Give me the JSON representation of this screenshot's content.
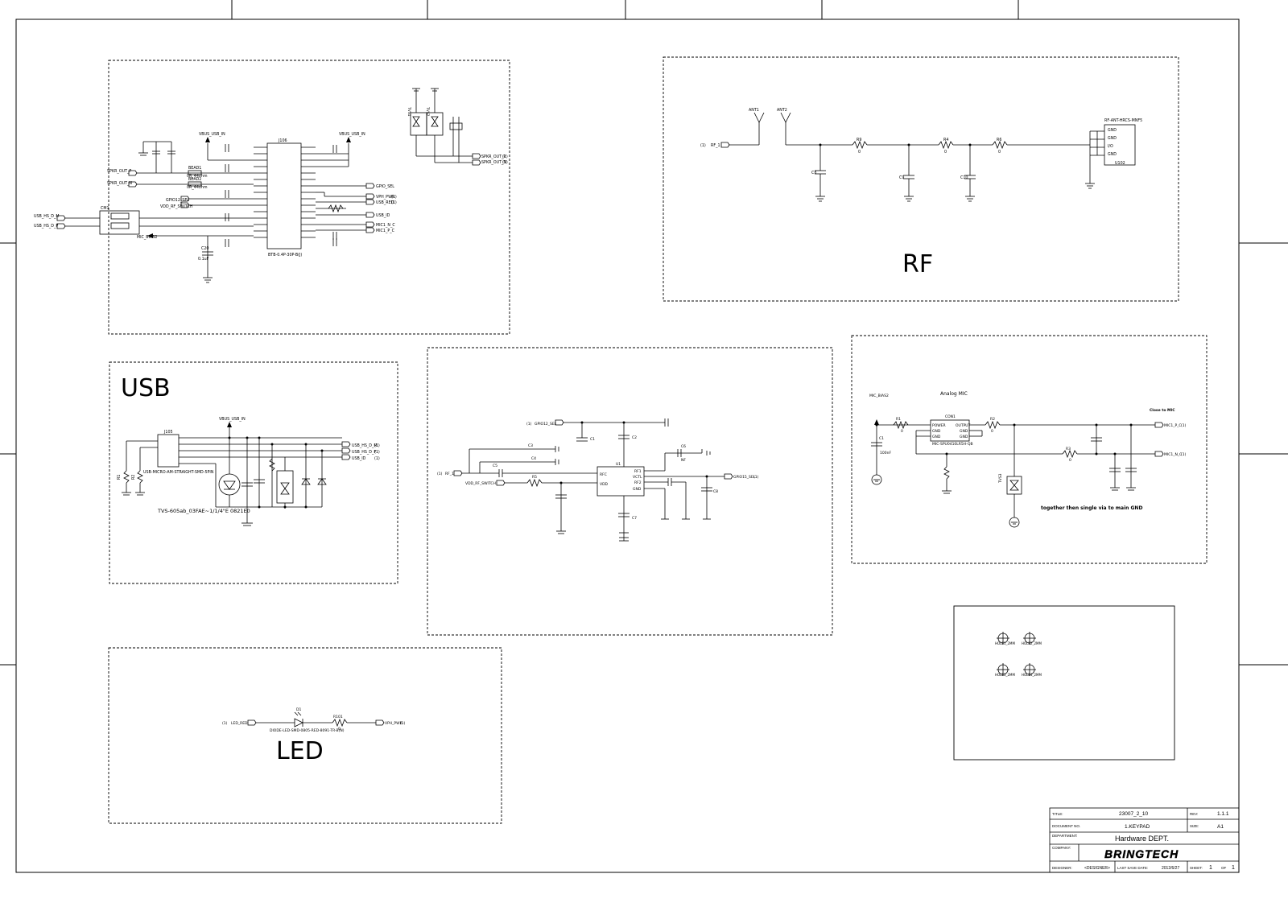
{
  "sections": {
    "usb_title": "USB",
    "rf_title": "RF",
    "led_title": "LED"
  },
  "connector_block": {
    "ref": "J106",
    "part": "BTB-0.4P-30P-B(J)",
    "nets_left": [
      "VBUS_USB_IN",
      "SPKR_OUT_P",
      "SPKR_OUT_N",
      "GPIO12_SEL",
      "VDD_RF_SWITCH",
      "USB_HS_D_M",
      "USB_HS_D_P",
      "MIC_BIAS2"
    ],
    "nets_right": [
      "VBUS_USB_IN",
      "GPIO_SEL",
      "VPH_PWR",
      "USB_RED",
      "USB_ID",
      "MIC1_N_C",
      "MIC1_P_C"
    ],
    "beads": [
      "BEAD1",
      "BEAD2"
    ],
    "bead_value": "0R_44ohm",
    "cap_label": "C20",
    "cap_value": "0.1uF",
    "tvs": [
      "TVS1",
      "TVS2"
    ],
    "spkr_out_p": "SPKR_OUT_P",
    "spkr_out_n": "SPKR_OUT_N",
    "sheet_ref": "(1)",
    "filter": "CM1"
  },
  "rf": {
    "ant1": "ANT1",
    "ant2": "ANT2",
    "rf_in": "RF_1",
    "sheet_ref": "(1)",
    "resistors": [
      {
        "ref": "R9",
        "value": "0"
      },
      {
        "ref": "R4",
        "value": "0"
      },
      {
        "ref": "R6",
        "value": "0"
      }
    ],
    "caps": [
      "C8",
      "C9",
      "C10"
    ],
    "connector_ref": "RF-ANT-HRCS-MNF5",
    "connector_pins": [
      "GND",
      "GND",
      "I/O",
      "GND"
    ],
    "connector_part": "U102"
  },
  "usb": {
    "ref": "J105",
    "part": "USB-MICRO-AM-STRAIGHT-SMD-5PIN",
    "vbus": "VBUS_USB_IN",
    "nets": [
      "USB_HS_D_M",
      "USB_HS_D_P",
      "USB_ID"
    ],
    "sheet_refs": [
      "(1)",
      "(1)",
      "(1)"
    ],
    "resistors": [
      "R1",
      "R2"
    ],
    "tvs_note": "TVS-605ab_03FAE~1/1/4\"E 0821E0"
  },
  "rf_switch": {
    "ref": "U1",
    "nets_left": [
      "GPIO12_SEL",
      "RF_1",
      "VDD_RF_SWITCH"
    ],
    "net_right": "GPIO15_SEL",
    "sheet_ref": "(1)",
    "pins_left": [
      "RFC",
      "VDD"
    ],
    "pins_right": [
      "RF1",
      "VCTL",
      "RF2",
      "GND"
    ],
    "cap_labels": [
      "C1",
      "C2",
      "C3",
      "C4",
      "C5",
      "C6",
      "C7",
      "C8"
    ],
    "res_label": "R5",
    "cap_value": "NF"
  },
  "mic": {
    "title": "Analog MIC",
    "bias": "MIC_BIAS2",
    "ref": "CON1",
    "part": "MIC-SPU0410LR5H-QB",
    "pins": [
      "POWER",
      "GND",
      "GND",
      "OUTPUT",
      "GND",
      "GND"
    ],
    "out_p": "MIC1_P_C",
    "out_n": "MIC1_N_C",
    "sheet_ref": "(1)",
    "close_note": "Close to MIC",
    "gnd_note": "together then single via to main GND",
    "r1": "R1",
    "r2": "R2",
    "r3": "R3",
    "res_value": "0",
    "cap": "C1",
    "cap_value": "100nF",
    "tvs": "TVS3"
  },
  "holes": [
    "HOLE1_2MM",
    "HOLE2_2MM",
    "HOLE3_2MM",
    "HOLE4_2MM"
  ],
  "led": {
    "ref": "D1",
    "part": "DIODE-LED-SMD-0805-RED-8091-TR-B(N)",
    "net_in": "LED_RED",
    "net_out": "VPH_PWR",
    "res": "R101",
    "res_value": "0",
    "sheet_ref": "(1)"
  },
  "title_block": {
    "title_label": "TITLE:",
    "title": "23007_2_10",
    "rev_label": "REV:",
    "rev": "1.1.1",
    "docno_label": "DOCUMENT NO.",
    "docno": "1.KEYPAD",
    "size_label": "SIZE:",
    "size": "A1",
    "dept_label": "DEPARTMENT:",
    "dept": "Hardware DEPT.",
    "company_label": "COMPANY:",
    "company": "BRINGTECH",
    "designer_label": "DESIGNER:",
    "designer": "<DESIGNER>",
    "date_label": "LAST SAVE DATE:",
    "date": "2012/6/27",
    "sheet_label": "SHEET:",
    "sheet": "1",
    "of_label": "OF",
    "of": "1"
  }
}
